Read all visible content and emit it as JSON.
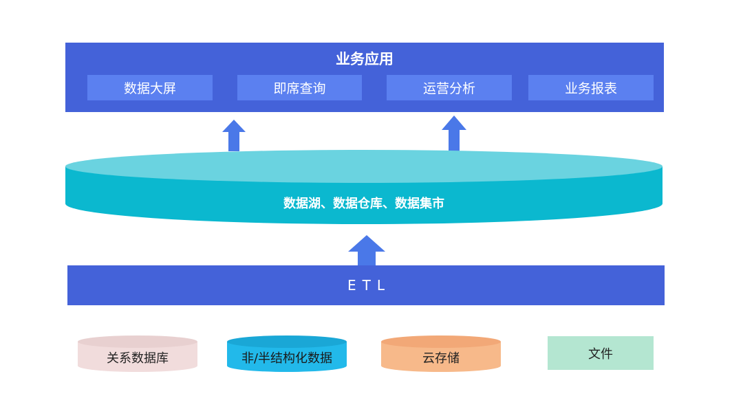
{
  "business_app": {
    "title": "业务应用",
    "items": [
      "数据大屏",
      "即席查询",
      "运营分析",
      "业务报表"
    ]
  },
  "data_platform": {
    "label": "数据湖、数据仓库、数据集市"
  },
  "etl": {
    "label": "ETL"
  },
  "sources": {
    "relational_db": "关系数据库",
    "semi_structured": "非/半结构化数据",
    "cloud_storage": "云存储",
    "file": "文件"
  },
  "colors": {
    "primary_blue": "#4462d9",
    "button_blue": "#5b80f0",
    "arrow_blue": "#4a78e8",
    "platform_cyan": "#0bb8cf",
    "platform_top": "#6ad3e0",
    "relational_fill": "#f1dcdc",
    "semi_fill": "#22b9ea",
    "cloud_fill": "#f7b98a",
    "file_fill": "#b4e6d1"
  }
}
